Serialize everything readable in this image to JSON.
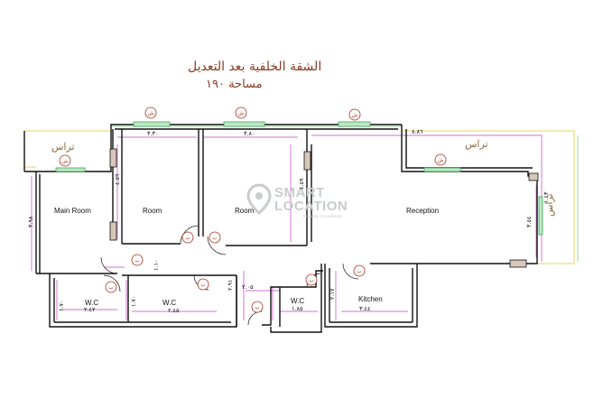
{
  "header": {
    "title": "الشقة الخلفية بعد التعديل",
    "area": "مساحة ١٩٠"
  },
  "rooms": {
    "main_room": "Main Room",
    "room_1": "Room",
    "room_2": "Room",
    "reception": "Reception",
    "wc_1": "W.C",
    "wc_2": "W.C",
    "wc_3": "W.C",
    "kitchen": "Kitchen"
  },
  "terraces": {
    "left": "تراس",
    "top_right": "تراس",
    "right": "تراس"
  },
  "dimensions": {
    "room1_width": "٣.٣٠",
    "room2_width": "٣.٨٠",
    "reception_width": "٨.٨٦",
    "main_room_height": "٣.٩٨",
    "room1_side": "٤.٥٩",
    "room2_side": "٤.٥٩",
    "reception_side": "٣.٥٤",
    "terrace_right": "١.٤٣",
    "corridor_a": "١.١٠",
    "corridor_b": "٢.٠٥",
    "corridor_c": "٢.٩١",
    "wc1_side": "١.٧٠",
    "wc1_width": "٢.٤٢",
    "wc2_side": "١.٧٠",
    "wc2_width": "٢.٤٥",
    "wc3_width": "١.٨٥",
    "kitchen_side": "٢.١٧",
    "kitchen_width": "٣.٤٤"
  },
  "watermark": {
    "line1": "SMART",
    "line2": "LOCATION",
    "tagline": "Property Consultancy"
  },
  "markers": {
    "window": "ش",
    "door": "ب"
  },
  "colors": {
    "walls": "#111111",
    "window_frame": "#3aa55a",
    "marker_ring": "#a0301a",
    "dimension_line": "#c040c0",
    "terrace_line": "#e8d060",
    "title_text": "#8b3a1e"
  }
}
